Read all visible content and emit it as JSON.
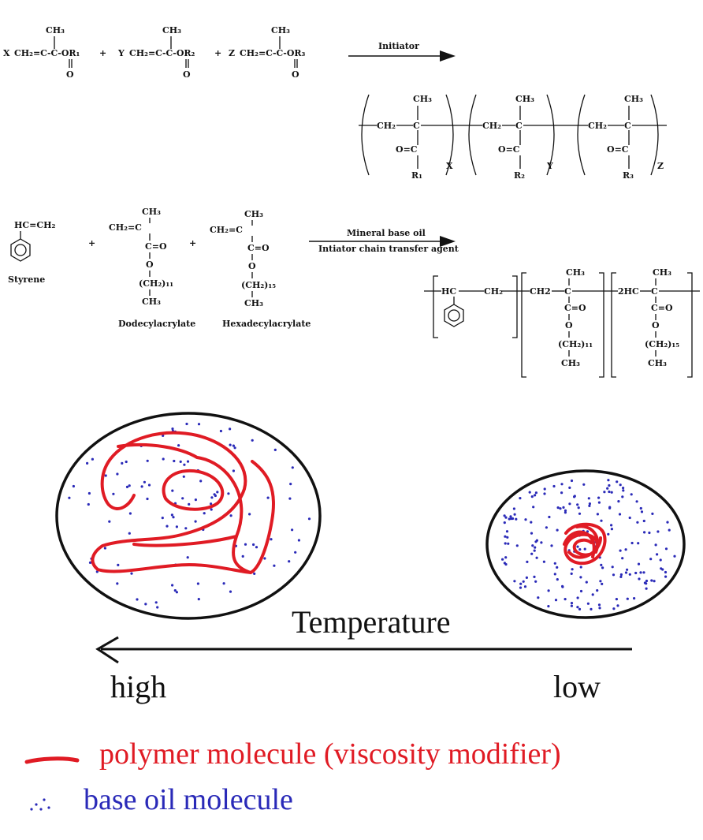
{
  "reaction1": {
    "m1": {
      "coef": "X",
      "left": "CH₂=C-C-OR₁",
      "ch3": "CH₃",
      "o": "O"
    },
    "m2": {
      "coef": "Y",
      "left": "CH₂=C-C-OR₂",
      "ch3": "CH₃",
      "o": "O"
    },
    "m3": {
      "coef": "Z",
      "left": "CH₂=C-C-OR₃",
      "ch3": "CH₃",
      "o": "O"
    },
    "plus": "+",
    "arrow_label": "Initiator",
    "product": {
      "ch3": "CH₃",
      "ch2": "CH₂",
      "c": "C",
      "co": "O=C",
      "r1": "R₁",
      "r2": "R₂",
      "r3": "R₃",
      "x": "X",
      "y": "Y",
      "z": "Z"
    }
  },
  "reaction2": {
    "styrene_formula": "HC=CH₂",
    "styrene_label": "Styrene",
    "dodecyl_label": "Dodecylacrylate",
    "hexadecyl_label": "Hexadecylacrylate",
    "ch2c": "CH₂=C",
    "ch3": "CH₃",
    "co": "C=O",
    "o": "O",
    "chain11": "(CH₂)₁₁",
    "chain15": "(CH₂)₁₅",
    "plus": "+",
    "arrow_top": "Mineral base oil",
    "arrow_bottom": "Intiator chain transfer agent",
    "product": {
      "hc": "HC",
      "ch2a": "CH₂",
      "ch2b": "CH2",
      "c": "C",
      "twohc": "2HC",
      "ch3": "CH₃",
      "co": "C=O",
      "o": "O",
      "chain11": "(CH₂)₁₁",
      "chain15": "(CH₂)₁₅"
    }
  },
  "illustration": {
    "temperature_label": "Temperature",
    "high_label": "high",
    "low_label": "low",
    "colors": {
      "polymer": "#e01b24",
      "oil": "#2a2ab8"
    }
  },
  "legend": {
    "polymer": "polymer molecule (viscosity modifier)",
    "base_oil": "base oil molecule"
  }
}
